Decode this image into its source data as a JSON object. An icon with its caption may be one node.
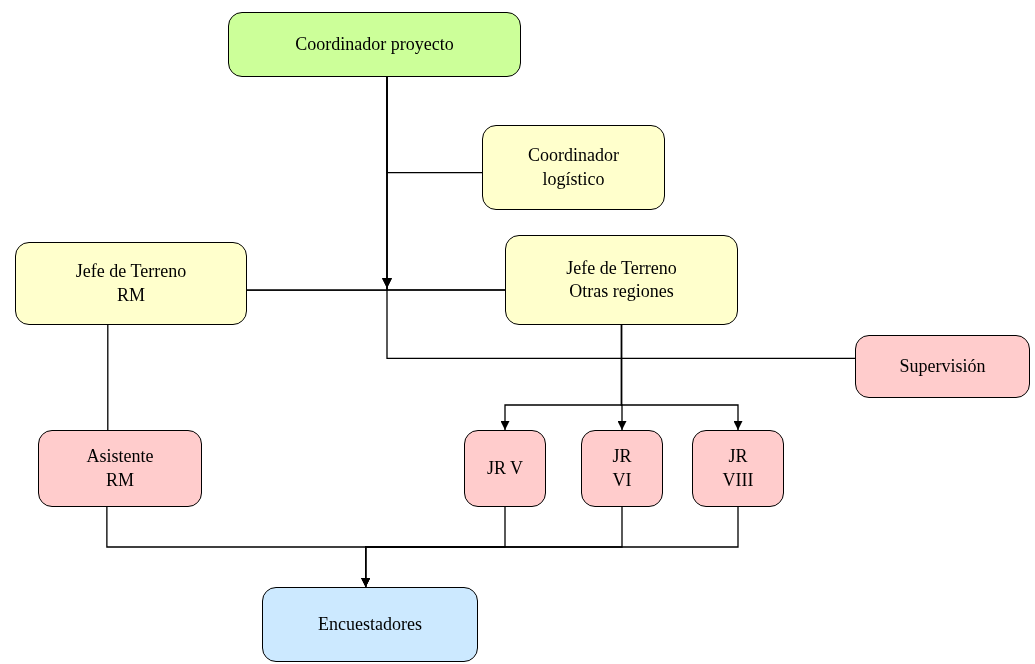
{
  "diagram": {
    "nodes": [
      {
        "text": [
          "Coordinador proyecto"
        ]
      },
      {
        "text": [
          "Coordinador logístico"
        ]
      },
      {
        "text": [
          "Jefe de Terreno RM"
        ]
      },
      {
        "text": [
          "Jefe de Terreno Otras regiones"
        ]
      },
      {
        "text": [
          "Supervisión"
        ]
      },
      {
        "text": [
          "Asistente RM"
        ]
      },
      {
        "text": [
          "JR V"
        ]
      },
      {
        "text": [
          "JR VI"
        ]
      },
      {
        "text": [
          "JR VIII"
        ]
      },
      {
        "text": [
          "Encuestadores"
        ]
      }
    ],
    "edges": [
      {
        "from": 0,
        "to": 1,
        "arrow": "none"
      },
      {
        "from": 0,
        "to": 2,
        "arrow": "to"
      },
      {
        "from": 0,
        "to": 3,
        "arrow": "to"
      },
      {
        "from": 2,
        "to": 3,
        "arrow": "none"
      },
      {
        "from": 0,
        "to": 4,
        "arrow": "none"
      },
      {
        "from": 3,
        "to": 6,
        "arrow": "to"
      },
      {
        "from": 3,
        "to": 7,
        "arrow": "to"
      },
      {
        "from": 3,
        "to": 8,
        "arrow": "to"
      },
      {
        "from": 2,
        "to": 5,
        "arrow": "none"
      },
      {
        "from": 5,
        "to": 9,
        "arrow": "to"
      },
      {
        "from": 6,
        "to": 9,
        "arrow": "to"
      },
      {
        "from": 7,
        "to": 9,
        "arrow": "to"
      },
      {
        "from": 8,
        "to": 9,
        "arrow": "to"
      }
    ]
  }
}
